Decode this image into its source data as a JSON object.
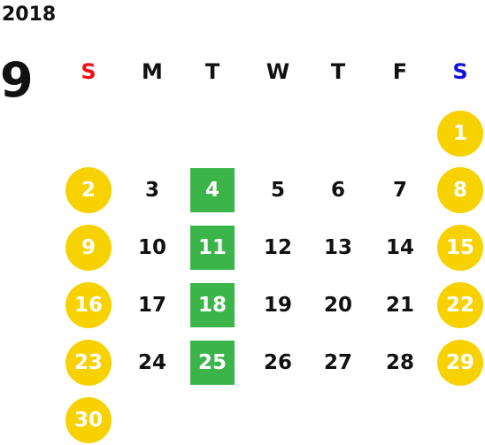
{
  "calendar": {
    "year": "2018",
    "month": "9",
    "weekdays": [
      {
        "label": "S",
        "color": "#ee1111"
      },
      {
        "label": "M",
        "color": "#111111"
      },
      {
        "label": "T",
        "color": "#111111"
      },
      {
        "label": "W",
        "color": "#111111"
      },
      {
        "label": "T",
        "color": "#111111"
      },
      {
        "label": "F",
        "color": "#111111"
      },
      {
        "label": "S",
        "color": "#1111dd"
      }
    ],
    "weeks": [
      [
        null,
        null,
        null,
        null,
        null,
        null,
        "1"
      ],
      [
        "2",
        "3",
        "4",
        "5",
        "6",
        "7",
        "8"
      ],
      [
        "9",
        "10",
        "11",
        "12",
        "13",
        "14",
        "15"
      ],
      [
        "16",
        "17",
        "18",
        "19",
        "20",
        "21",
        "22"
      ],
      [
        "23",
        "24",
        "25",
        "26",
        "27",
        "28",
        "29"
      ],
      [
        "30",
        null,
        null,
        null,
        null,
        null,
        null
      ]
    ],
    "highlighted_days": [
      "4",
      "11",
      "18",
      "25"
    ],
    "colors": {
      "weekend_circle": "#f8d100",
      "highlight_square": "#3bb54a",
      "weekend_text": "#ffffff",
      "default_text": "#111111"
    }
  }
}
